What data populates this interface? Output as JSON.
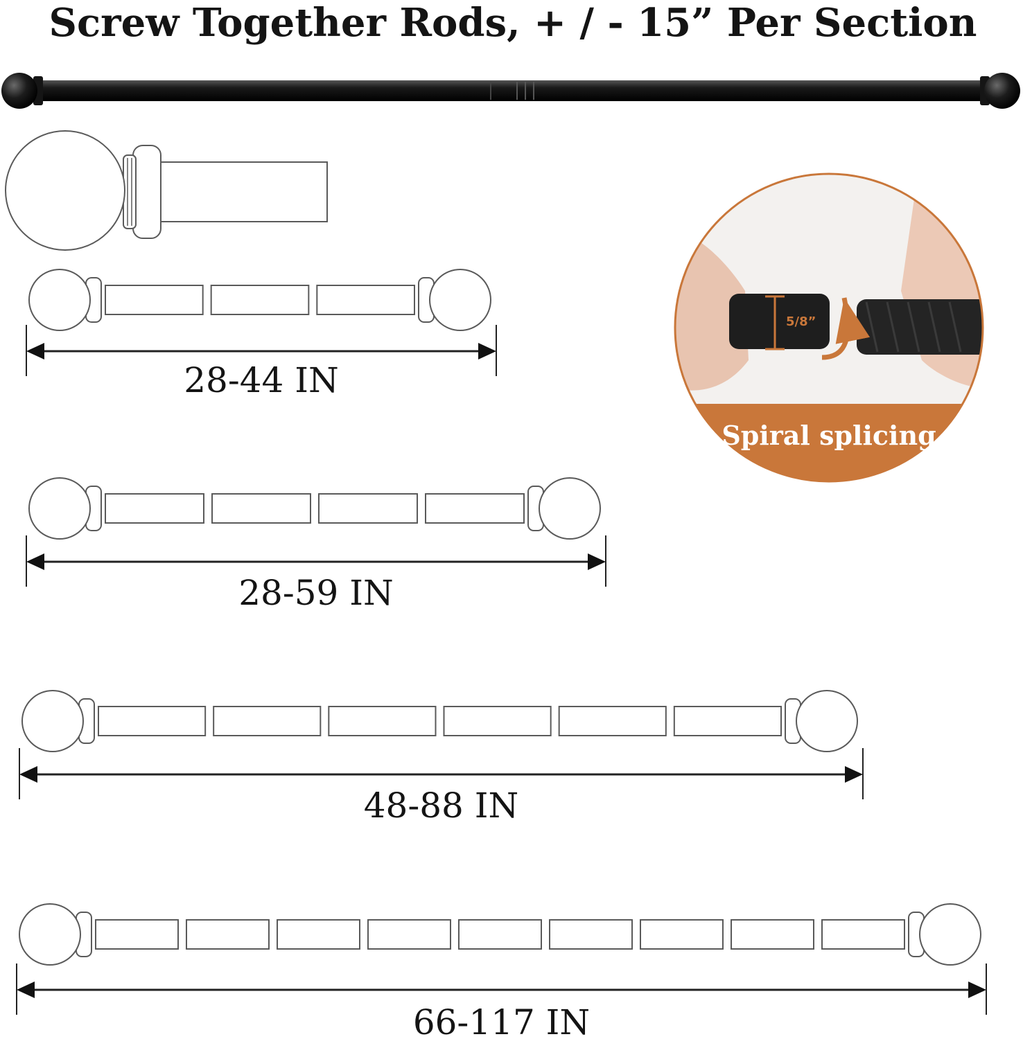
{
  "title": "Screw Together Rods, + / - 15” Per Section",
  "accent_color": "#c9773a",
  "rod_color": "#111111",
  "photo": {
    "diameter_label": "5/8”",
    "caption": "Spiral splicing",
    "icons": [
      "hand-icon",
      "rod-section-icon",
      "rotate-arrow-icon"
    ]
  },
  "configurations": [
    {
      "range_label": "28-44 IN",
      "sections": 3
    },
    {
      "range_label": "28-59 IN",
      "sections": 4
    },
    {
      "range_label": "48-88 IN",
      "sections": 6
    },
    {
      "range_label": "66-117 IN",
      "sections": 9
    }
  ]
}
